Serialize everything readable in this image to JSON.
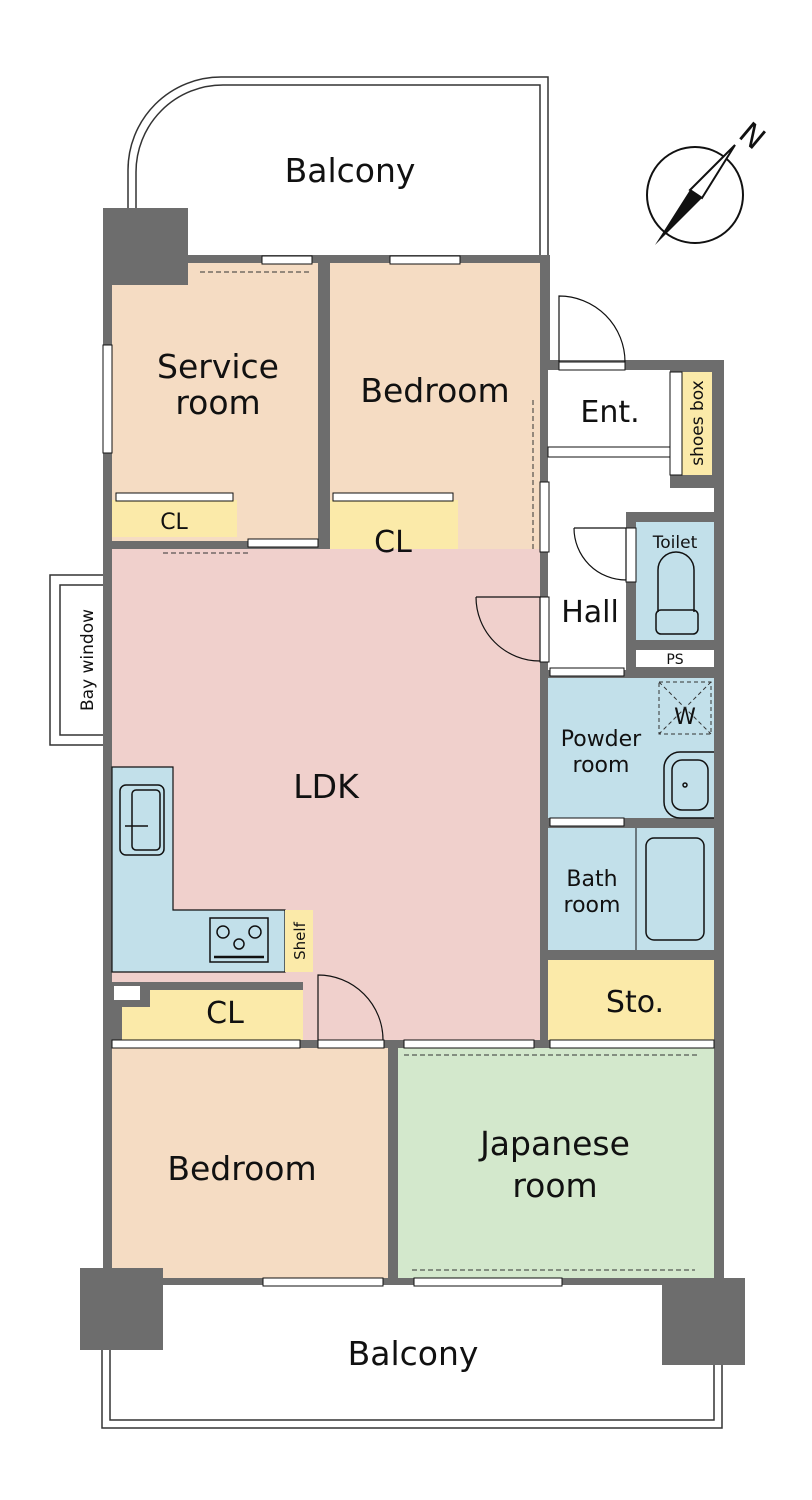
{
  "colors": {
    "wall": "#6d6d6d",
    "western_room": "#f5dcc3",
    "ldk": "#f0d0cc",
    "closet": "#fbeaa9",
    "wet_area": "#c2e0ea",
    "japanese_room": "#d3e8cc"
  },
  "compass": {
    "label": "N"
  },
  "rooms": {
    "balcony_top": "Balcony",
    "service_room_1": "Service",
    "service_room_2": "room",
    "bedroom_top": "Bedroom",
    "cl_service": "CL",
    "cl_bedroom": "CL",
    "entrance": "Ent.",
    "shoes_box": "shoes box",
    "toilet": "Toilet",
    "hall": "Hall",
    "ps": "PS",
    "washer": "W",
    "powder_1": "Powder",
    "powder_2": "room",
    "bath_1": "Bath",
    "bath_2": "room",
    "ldk": "LDK",
    "bay_window": "Bay window",
    "shelf": "Shelf",
    "cl_ldk": "CL",
    "storage": "Sto.",
    "bedroom_bottom": "Bedroom",
    "japanese_1": "Japanese",
    "japanese_2": "room",
    "balcony_bottom": "Balcony"
  }
}
